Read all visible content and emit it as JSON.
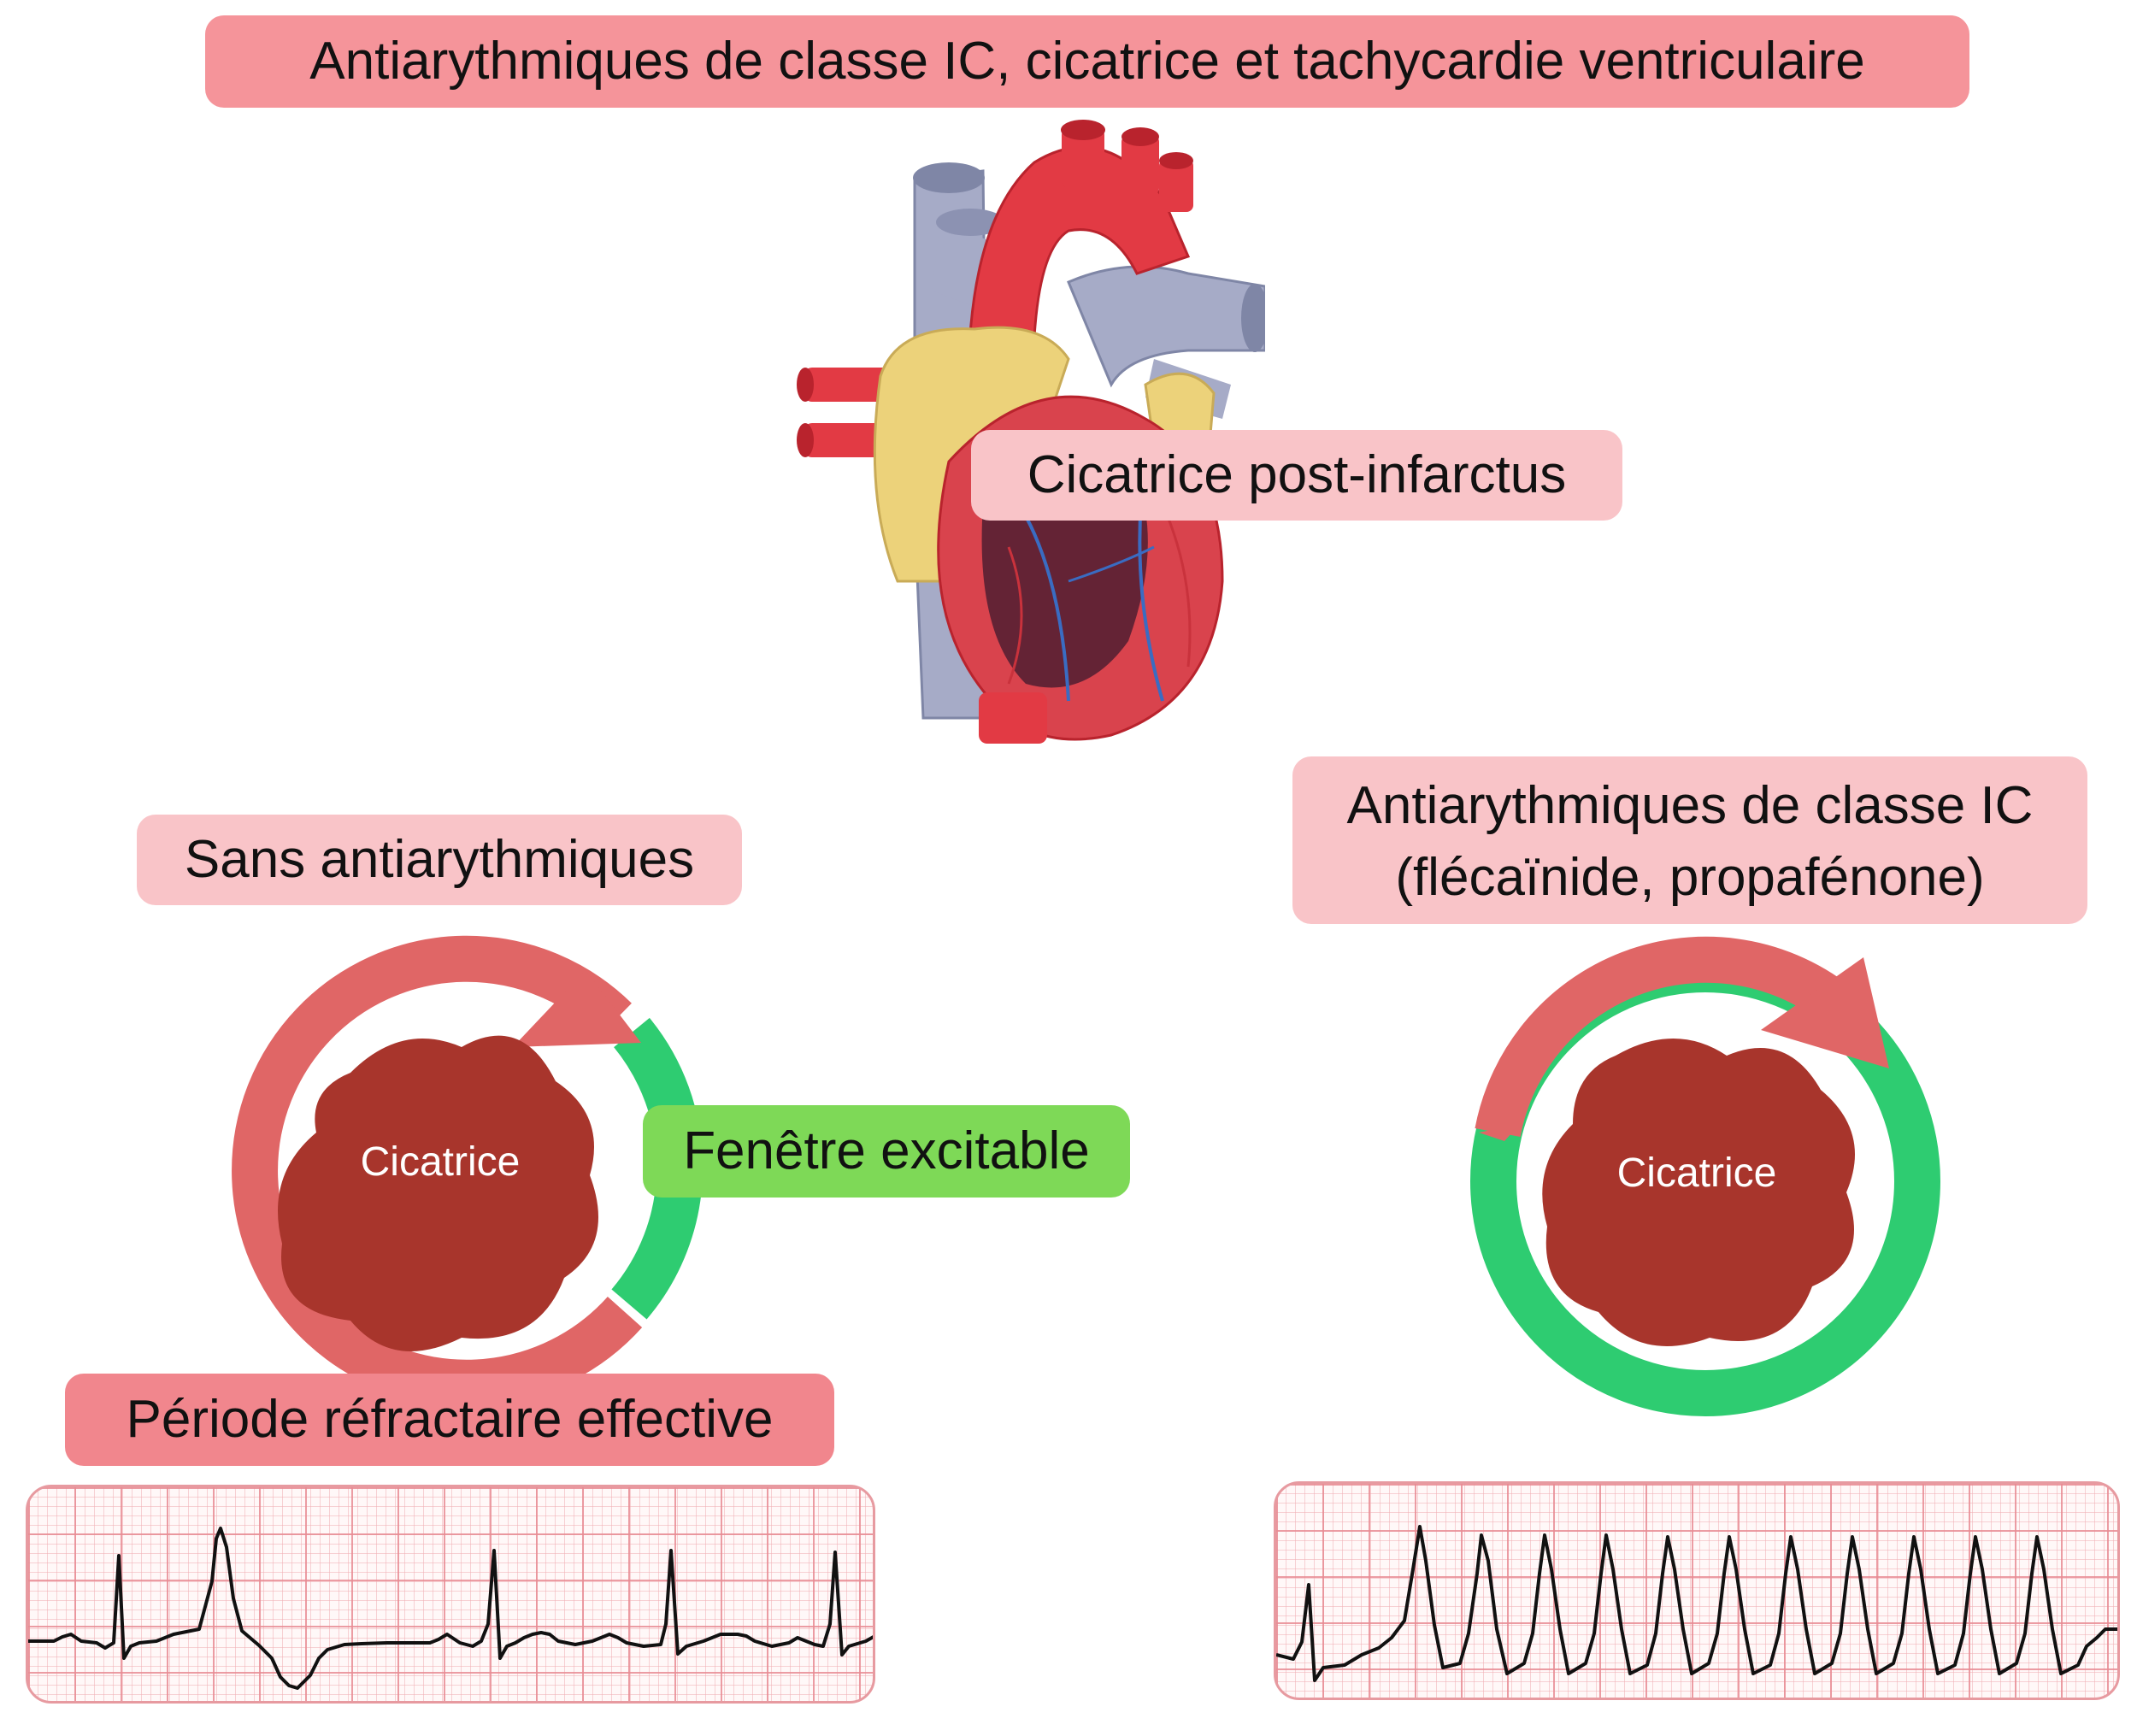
{
  "title": "Antiarythmiques de classe IC, cicatrice et tachycardie ventriculaire",
  "heart": {
    "label": "Cicatrice post-infarctus"
  },
  "left_panel": {
    "heading": "Sans antiarythmiques",
    "scar_text": "Cicatrice",
    "excitable_window": "Fenêtre excitable",
    "refractory_period": "Période réfractaire effective"
  },
  "right_panel": {
    "heading_line1": "Antiarythmiques de classe IC",
    "heading_line2": "(flécaïnide, propafénone)",
    "scar_text": "Cicatrice"
  },
  "colors": {
    "title_bg": "#f5949a",
    "label_bg": "#f9c4c8",
    "refractory": "#e06666",
    "excitable": "#2ecc71",
    "window_bg": "#7ed957",
    "scar": "#a8352c",
    "ecg_trace": "#111111"
  }
}
